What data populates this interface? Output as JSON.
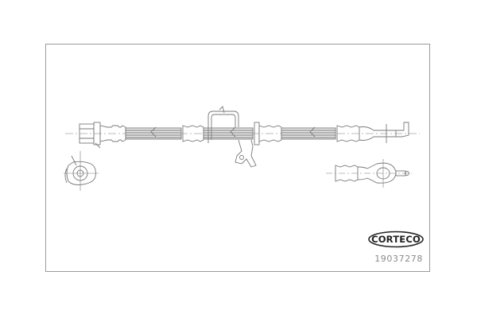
{
  "drawing": {
    "title": "Brake hose technical drawing",
    "brand": "CORTECO",
    "part_number": "19037278",
    "frame_color": "#9a9a9a",
    "line_color": "#7a7a7a",
    "components": [
      {
        "name": "threaded-fitting-end"
      },
      {
        "name": "hose-body"
      },
      {
        "name": "mounting-bracket"
      },
      {
        "name": "banjo-end-fitting"
      },
      {
        "name": "end-view-fitting"
      },
      {
        "name": "banjo-top-view"
      }
    ]
  }
}
